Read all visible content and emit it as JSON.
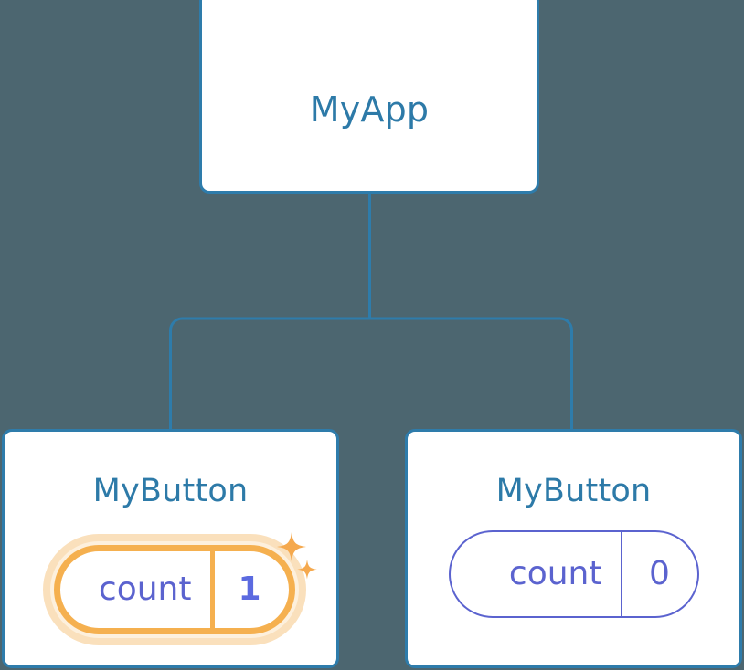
{
  "diagram": {
    "type": "component-tree",
    "background_color": "#4c6670",
    "edge_color": "#2e7cab",
    "root": {
      "title": "MyApp"
    },
    "children": [
      {
        "title": "MyButton",
        "highlighted": true,
        "counter": {
          "label": "count",
          "value": "1",
          "style": "highlighted",
          "stroke_color": "#f5b04f",
          "glow_color": "#fae0bc",
          "value_color": "#5b6ae0",
          "sparkle_color": "#f5a94e"
        }
      },
      {
        "title": "MyButton",
        "highlighted": false,
        "counter": {
          "label": "count",
          "value": "0",
          "style": "plain",
          "stroke_color": "#5b63cf",
          "value_color": "#5b63cf"
        }
      }
    ],
    "colors": {
      "card_background": "#ffffff",
      "card_border": "#2e7cab",
      "title_text": "#2d7aa8",
      "counter_purple": "#5b63cf",
      "counter_accent": "#f5b04f"
    }
  }
}
